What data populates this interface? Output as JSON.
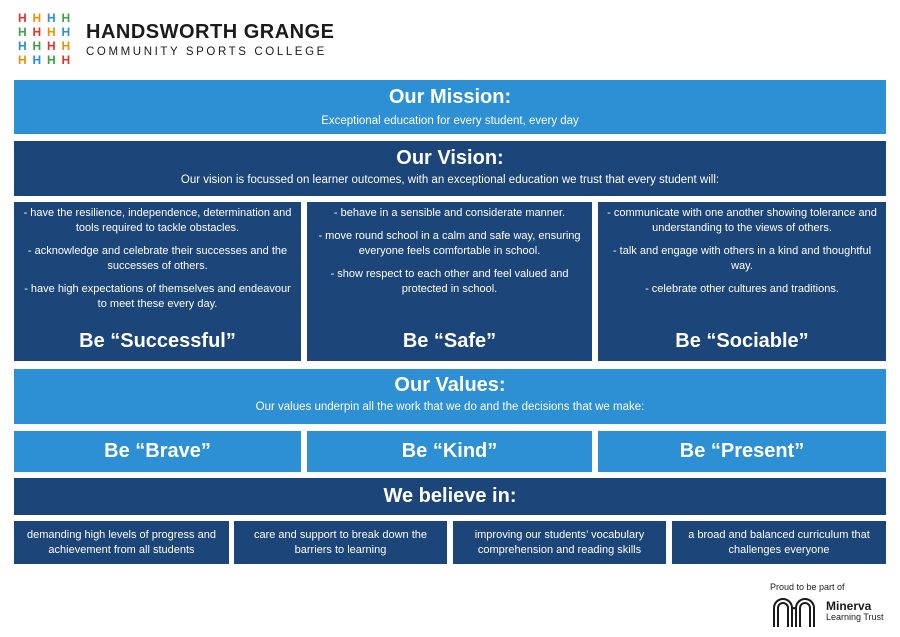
{
  "header": {
    "logo_letter": "H",
    "logo_colors": [
      [
        "#e5322d",
        "#f29100",
        "#2d8fd4",
        "#43a047"
      ],
      [
        "#43a047",
        "#e5322d",
        "#f29100",
        "#2d8fd4"
      ],
      [
        "#2d8fd4",
        "#43a047",
        "#e5322d",
        "#f29100"
      ],
      [
        "#f29100",
        "#2d8fd4",
        "#43a047",
        "#e5322d"
      ]
    ],
    "school_name": "HANDSWORTH GRANGE",
    "school_sub": "COMMUNITY SPORTS COLLEGE"
  },
  "mission": {
    "title": "Our Mission:",
    "text": "Exceptional education for every student, every day"
  },
  "vision": {
    "title": "Our Vision:",
    "text": "Our vision is focussed on learner outcomes, with an exceptional education we trust that every student will:"
  },
  "be_cards": [
    {
      "items": [
        "- have the resilience, independence, determination and tools required to tackle obstacles.",
        "- acknowledge and celebrate their successes and the successes of others.",
        "- have high expectations of themselves and endeavour to meet these every day."
      ],
      "title": "Be “Successful”"
    },
    {
      "items": [
        "- behave in a sensible and considerate manner.",
        "- move round school in a calm and safe way, ensuring everyone feels comfortable in school.",
        "- show respect to each other and feel valued and protected in school."
      ],
      "title": "Be “Safe”"
    },
    {
      "items": [
        "- communicate with one another showing tolerance and understanding to the views of others.",
        "- talk and engage with others in a kind and thoughtful way.",
        "- celebrate other cultures and traditions."
      ],
      "title": "Be “Sociable”"
    }
  ],
  "values": {
    "title": "Our Values:",
    "text": "Our values underpin all the work that we do and the decisions that we make:",
    "items": [
      "Be “Brave”",
      "Be “Kind”",
      "Be “Present”"
    ]
  },
  "believe": {
    "title": "We believe in:",
    "items": [
      "demanding high levels of progress and achievement from all students",
      "care and support to break down the barriers to learning",
      "improving our students’ vocabulary comprehension and reading skills",
      "a broad and balanced curriculum that challenges everyone"
    ]
  },
  "footer": {
    "proud": "Proud to be part of",
    "org_name": "Minerva",
    "org_sub": "Learning Trust"
  },
  "colors": {
    "light_blue": "#2d8fd4",
    "dark_blue": "#1c4579"
  }
}
